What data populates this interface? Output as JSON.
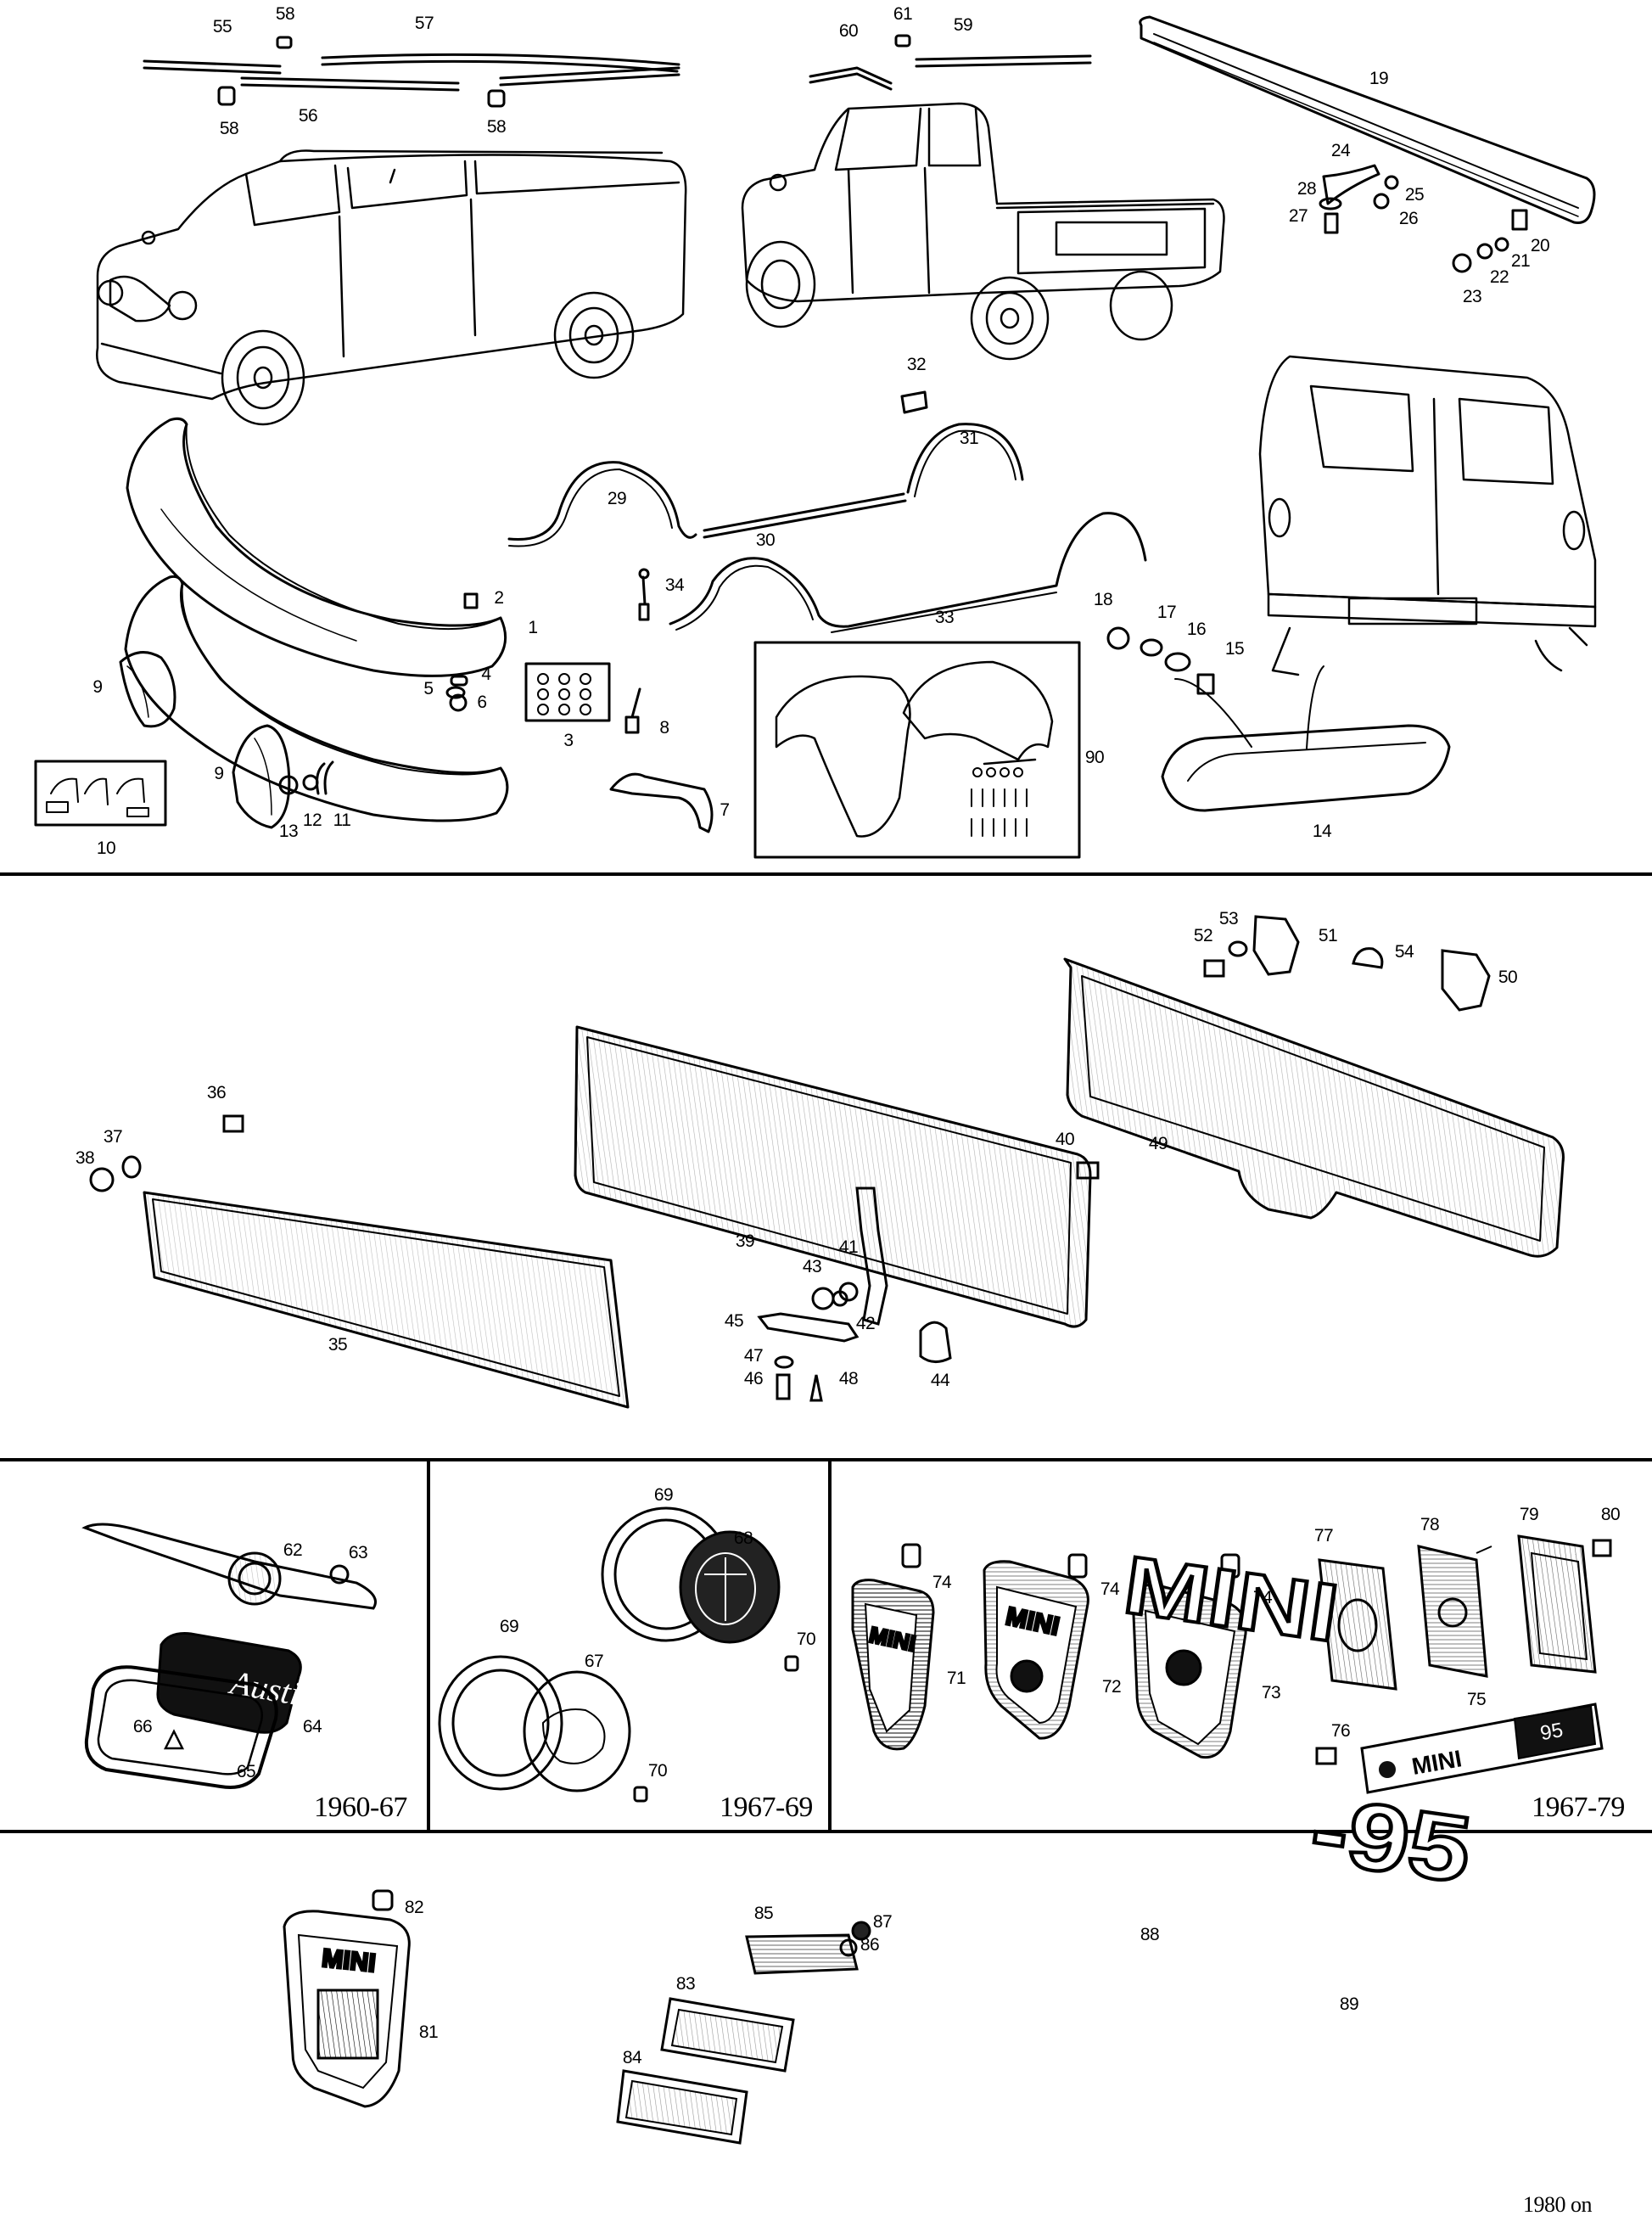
{
  "callouts": {
    "n1": "1",
    "n2": "2",
    "n3": "3",
    "n4": "4",
    "n5": "5",
    "n6": "6",
    "n7": "7",
    "n8": "8",
    "n9a": "9",
    "n9b": "9",
    "n10": "10",
    "n11": "11",
    "n12": "12",
    "n13": "13",
    "n14": "14",
    "n15": "15",
    "n16": "16",
    "n17": "17",
    "n18": "18",
    "n19": "19",
    "n20": "20",
    "n21": "21",
    "n22": "22",
    "n23": "23",
    "n24": "24",
    "n25": "25",
    "n26": "26",
    "n27": "27",
    "n28": "28",
    "n29": "29",
    "n30": "30",
    "n31": "31",
    "n32": "32",
    "n33": "33",
    "n34": "34",
    "n35": "35",
    "n36": "36",
    "n37": "37",
    "n38": "38",
    "n39": "39",
    "n40": "40",
    "n41": "41",
    "n42": "42",
    "n43": "43",
    "n44": "44",
    "n45": "45",
    "n46": "46",
    "n47": "47",
    "n48": "48",
    "n49": "49",
    "n50": "50",
    "n51": "51",
    "n52": "52",
    "n53": "53",
    "n54": "54",
    "n55": "55",
    "n56": "56",
    "n57": "57",
    "n58a": "58",
    "n58b": "58",
    "n58c": "58",
    "n59": "59",
    "n60": "60",
    "n61": "61",
    "n62": "62",
    "n63": "63",
    "n64": "64",
    "n65": "65",
    "n66": "66",
    "n67": "67",
    "n68": "68",
    "n69a": "69",
    "n69b": "69",
    "n70a": "70",
    "n70b": "70",
    "n71": "71",
    "n72": "72",
    "n73": "73",
    "n74a": "74",
    "n74b": "74",
    "n74c": "74",
    "n75": "75",
    "n76": "76",
    "n77": "77",
    "n78": "78",
    "n79": "79",
    "n80": "80",
    "n81": "81",
    "n82": "82",
    "n83": "83",
    "n84": "84",
    "n85": "85",
    "n86": "86",
    "n87": "87",
    "n88": "88",
    "n89": "89",
    "n90": "90"
  },
  "eras": {
    "era_1960": "1960-67",
    "era_1967a": "1967-69",
    "era_1967b": "1967-79",
    "era_1980": "1980 on"
  },
  "badges": {
    "badge75_word": "MINI",
    "badge75_num": "95",
    "badge72_word": "MINI",
    "badge71_word": "MINI",
    "badge81_word": "MINI",
    "badge88_word": "MINI",
    "badge89_num": "-95",
    "badge64_script": "Austin"
  },
  "colors": {
    "ink": "#000000",
    "paper": "#ffffff"
  }
}
